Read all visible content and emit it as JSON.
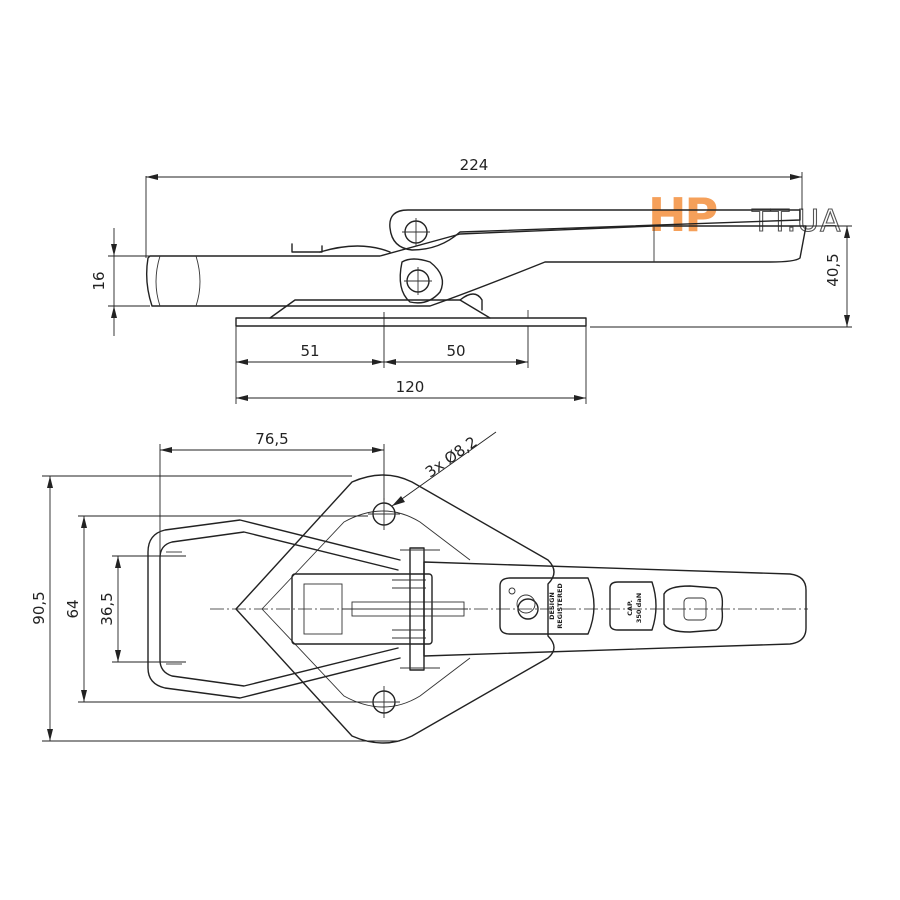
{
  "dimensions": {
    "overall_length": "224",
    "height_right": "40,5",
    "height_left": "16",
    "base_left": "51",
    "base_right": "50",
    "base_total": "120",
    "hole_offset": "76,5",
    "holes": "3x Ø8,2",
    "overall_width": "90,5",
    "hole_spacing": "64",
    "hook_width": "36,5"
  },
  "markings": {
    "design_line1": "DESIGN",
    "design_line2": "REGISTERED",
    "cap_line1": "CAP.",
    "cap_line2": "350 daN"
  },
  "watermark": {
    "brand_a": "HP",
    "brand_b": "TT.UA"
  }
}
